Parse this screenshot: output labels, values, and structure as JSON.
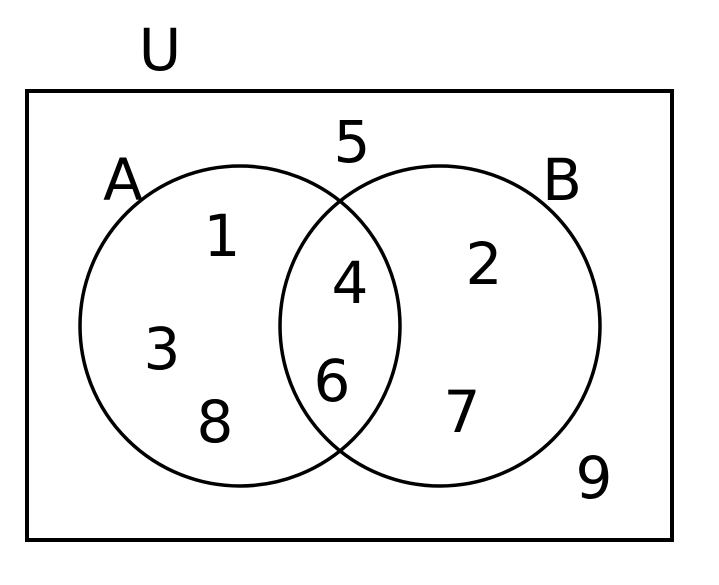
{
  "universe_label": "U",
  "set_a": {
    "label": "A",
    "only_elements": [
      "1",
      "3",
      "8"
    ]
  },
  "set_b": {
    "label": "B",
    "only_elements": [
      "2",
      "7"
    ]
  },
  "intersection_elements": [
    "4",
    "6"
  ],
  "outside_elements": [
    "5",
    "9"
  ],
  "colors": {
    "stroke": "#000000",
    "background": "#ffffff",
    "text": "#000000"
  }
}
